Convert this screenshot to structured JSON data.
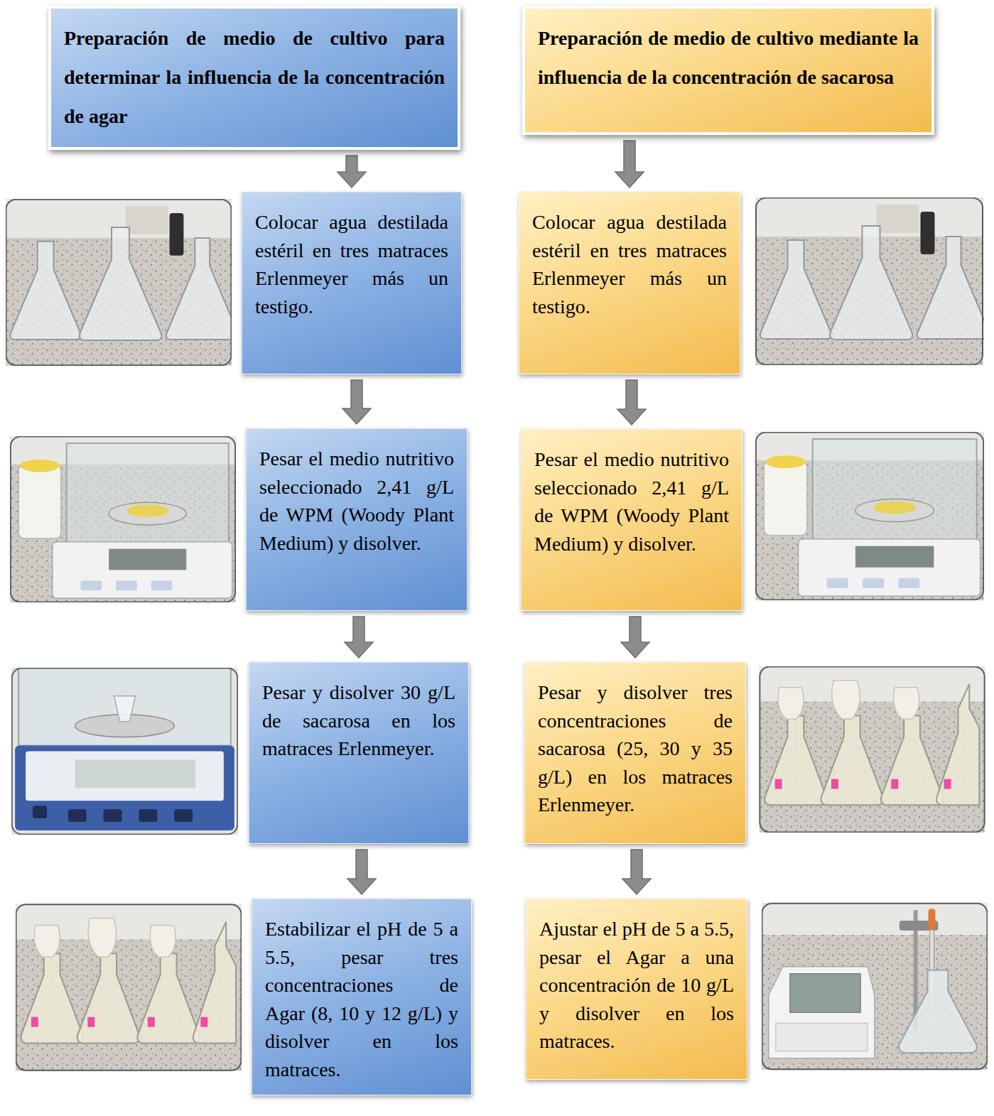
{
  "diagram": {
    "nodes": [
      {
        "text": [
          "Preparación de medio de cultivo para determinar la influencia de la concentración de agar"
        ]
      },
      {
        "text": [
          "Colocar agua destilada estéril en tres matraces Erlenmeyer más un testigo."
        ]
      },
      {
        "text": [
          "Pesar el medio nutritivo seleccionado 2,41 g/L de WPM (Woody Plant Medium) y disolver."
        ]
      },
      {
        "text": [
          "Pesar y disolver 30 g/L de sacarosa en los matraces Erlenmeyer."
        ]
      },
      {
        "text": [
          "Estabilizar el pH de 5 a 5.5, pesar tres concentraciones de Agar (8, 10 y 12 g/L) y disolver en los matraces."
        ]
      },
      {
        "text": [
          "Preparación de medio de cultivo mediante la influencia de la concentración de sacarosa"
        ]
      },
      {
        "text": [
          "Colocar agua destilada estéril en tres matraces Erlenmeyer más un testigo."
        ]
      },
      {
        "text": [
          "Pesar el medio nutritivo seleccionado 2,41 g/L de WPM (Woody Plant Medium) y disolver."
        ]
      },
      {
        "text": [
          "Pesar y disolver tres concentraciones de sacarosa (25, 30 y 35 g/L) en los matraces Erlenmeyer."
        ]
      },
      {
        "text": [
          "Ajustar el pH de 5 a 5.5, pesar el Agar a una concentración de 10 g/L y disolver en los matraces."
        ]
      }
    ],
    "edges": [
      {
        "from": 0,
        "to": 1,
        "arrow": "to"
      },
      {
        "from": 1,
        "to": 2,
        "arrow": "to"
      },
      {
        "from": 2,
        "to": 3,
        "arrow": "to"
      },
      {
        "from": 3,
        "to": 4,
        "arrow": "to"
      },
      {
        "from": 5,
        "to": 6,
        "arrow": "to"
      },
      {
        "from": 6,
        "to": 7,
        "arrow": "to"
      },
      {
        "from": 7,
        "to": 8,
        "arrow": "to"
      },
      {
        "from": 8,
        "to": 9,
        "arrow": "to"
      }
    ]
  }
}
